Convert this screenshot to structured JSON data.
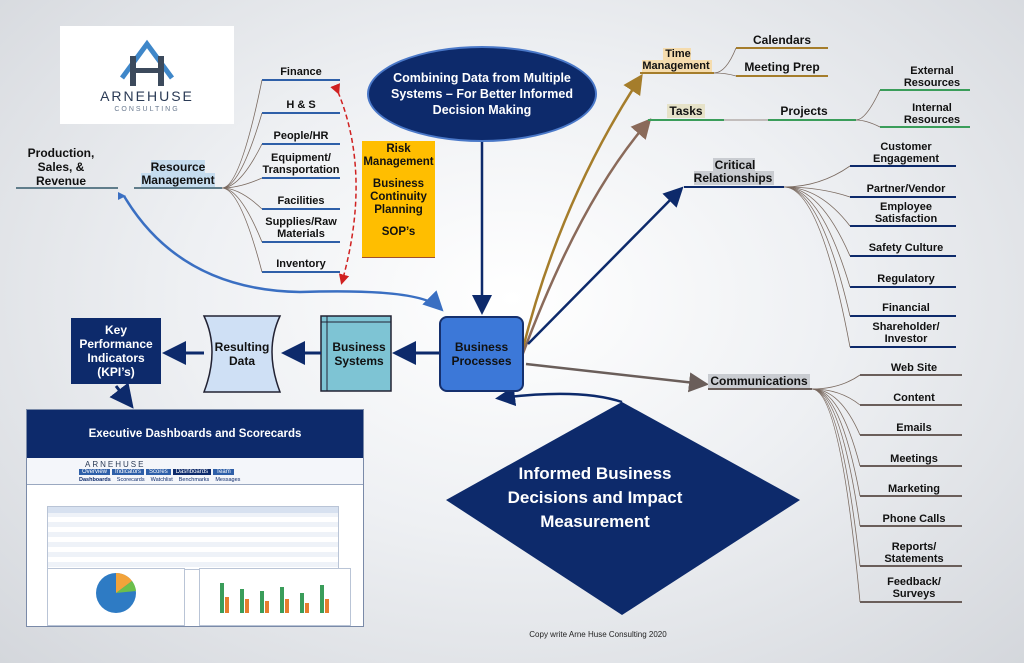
{
  "center": {
    "oval_text": "Combining Data from Multiple Systems – For Better Informed Decision Making",
    "business_processes": "Business Processes",
    "business_systems": "Business Systems",
    "resulting_data": "Resulting Data",
    "kpi": "Key Performance Indicators (KPI’s)",
    "decisions": "Informed Business Decisions and Impact Measurement"
  },
  "logo": {
    "name": "ARNEHUSE",
    "tagline": "CONSULTING"
  },
  "left": {
    "production": "Production, Sales, & Revenue",
    "resource_management": "Resource Management",
    "resources": [
      "Finance",
      "H & S",
      "People/HR",
      "Equipment/ Transportation",
      "Facilities",
      "Supplies/Raw Materials",
      "Inventory"
    ],
    "risk": [
      "Risk Management",
      "Business Continuity Planning",
      "SOP’s"
    ]
  },
  "right": {
    "time_management": "Time Management",
    "calendars": "Calendars",
    "meeting_prep": "Meeting Prep",
    "tasks": "Tasks",
    "projects": "Projects",
    "external_resources": "External Resources",
    "internal_resources": "Internal Resources",
    "critical_relationships": "Critical Relationships",
    "relationships": [
      "Customer Engagement",
      "Partner/Vendor",
      "Employee Satisfaction",
      "Safety Culture",
      "Regulatory",
      "Financial",
      "Shareholder/ Investor"
    ],
    "communications": "Communications",
    "channels": [
      "Web Site",
      "Content",
      "Emails",
      "Meetings",
      "Marketing",
      "Phone Calls",
      "Reports/ Statements",
      "Feedback/ Surveys"
    ]
  },
  "dashboard": {
    "title": "Executive Dashboards  and Scorecards",
    "nav": [
      "Overview",
      "Indicators",
      "Scores",
      "Dashboards",
      "Team"
    ],
    "subnav": [
      "Dashboards",
      "Scorecards",
      "Watchlist",
      "Benchmarks",
      "Messages"
    ]
  },
  "footer": {
    "copyright": "Copy write Arne Huse Consulting 2020"
  },
  "colors": {
    "navy": "#0d2a6b",
    "blue": "#3c78d8",
    "teal": "#7ec4d4",
    "gold": "#ffbe00",
    "arrow": "#3a6fc2"
  }
}
